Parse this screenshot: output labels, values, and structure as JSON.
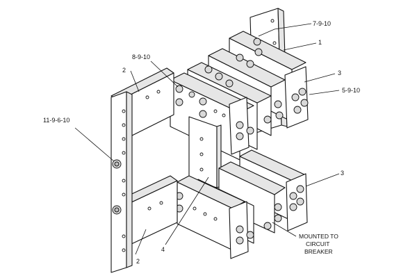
{
  "callouts": {
    "c_7_9_10": "7-9-10",
    "c_1": "1",
    "c_8_9_10": "8-9-10",
    "c_2_top": "2",
    "c_3_top": "3",
    "c_5_9_10": "5-9-10",
    "c_11_9_6_10": "11-9-6-10",
    "c_3_mid": "3",
    "c_4": "4",
    "c_2_bottom": "2"
  },
  "note": {
    "line1": "MOUNTED TO",
    "line2": "CIRCUIT",
    "line3": "BREAKER"
  }
}
